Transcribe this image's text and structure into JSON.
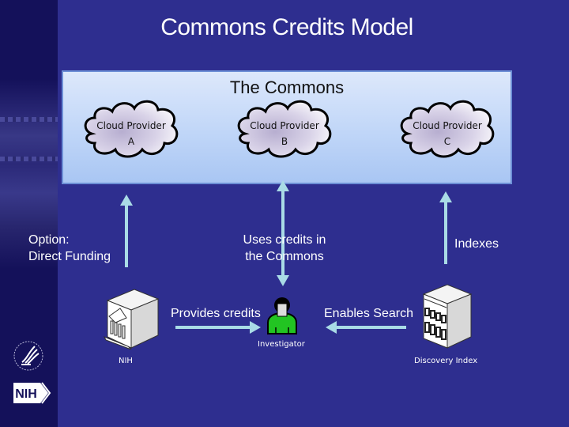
{
  "slide": {
    "title": "Commons Credits Model",
    "colors": {
      "background": "#2e2e8f",
      "sidebar": "#14115a",
      "commons_fill_top": "#dde8fb",
      "commons_fill_bottom": "#a9c6f3",
      "arrow": "#a9dbe6",
      "investigator_green": "#22c422"
    }
  },
  "commons": {
    "title": "The Commons",
    "clouds": [
      {
        "line1": "Cloud Provider",
        "line2": "A"
      },
      {
        "line1": "Cloud Provider",
        "line2": "B"
      },
      {
        "line1": "Cloud Provider",
        "line2": "C"
      }
    ]
  },
  "labels": {
    "direct_funding_1": "Option:",
    "direct_funding_2": "Direct Funding",
    "uses_credits_1": "Uses credits in",
    "uses_credits_2": "the Commons",
    "indexes": "Indexes",
    "provides_credits": "Provides credits",
    "enables_search": "Enables Search"
  },
  "nodes": {
    "nih": {
      "label": "NIH",
      "icon": "government-building-icon"
    },
    "investigator": {
      "label": "Investigator",
      "icon": "person-icon"
    },
    "discovery": {
      "label": "Discovery Index",
      "icon": "office-building-icon"
    }
  },
  "logos": {
    "hhs": "hhs-eagle-seal",
    "nih": "NIH"
  }
}
